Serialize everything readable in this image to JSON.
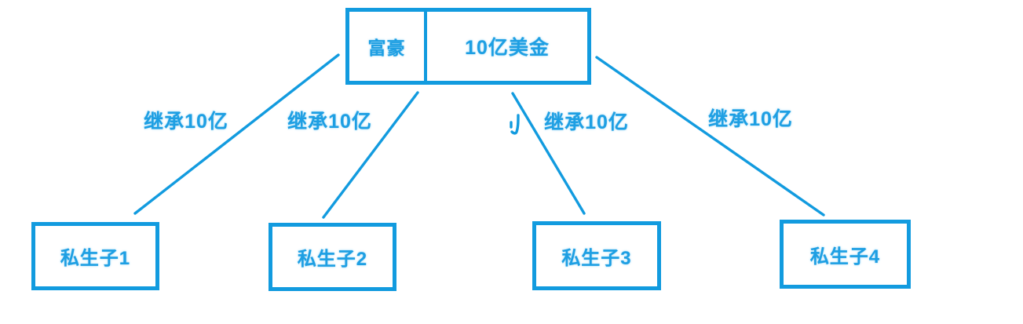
{
  "diagram": {
    "root": {
      "name": "富豪",
      "asset": "10亿美金"
    },
    "edges": [
      {
        "label": "继承10亿"
      },
      {
        "label": "继承10亿"
      },
      {
        "label": "继承10亿"
      },
      {
        "label": "继承10亿"
      }
    ],
    "children": [
      {
        "label": "私生子1"
      },
      {
        "label": "私生子2"
      },
      {
        "label": "私生子3"
      },
      {
        "label": "私生子4"
      }
    ]
  },
  "colors": {
    "stroke": "#129BDF",
    "text": "#1E9FE3",
    "background": "#FFFFFF"
  }
}
